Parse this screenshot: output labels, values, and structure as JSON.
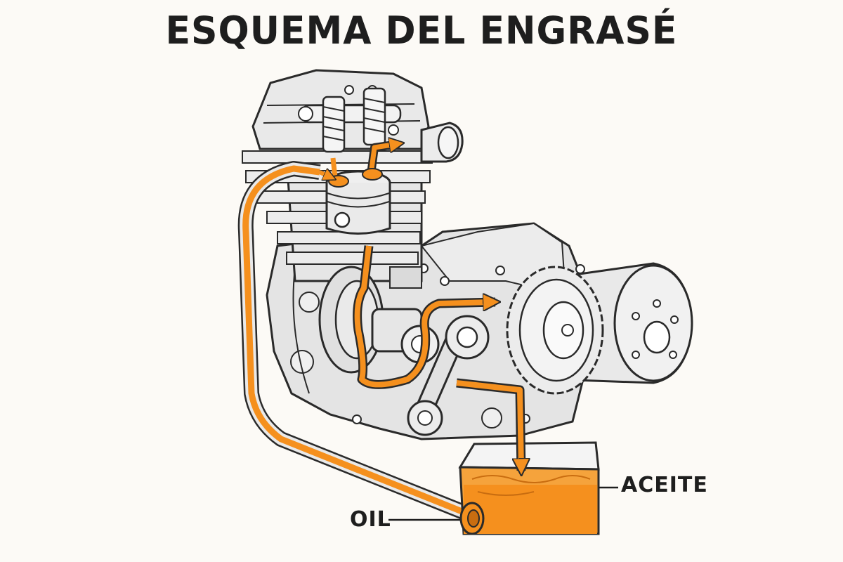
{
  "title": "ESQUEMA DEL ENGRASÉ",
  "labels": {
    "oil_sump": "ACEITE",
    "oil_pickup": "OIL"
  },
  "colors": {
    "oil": "#f5901e",
    "engine_fill": "#e6e6e6",
    "line": "#2a2a2a",
    "background": "#fcfaf6"
  }
}
